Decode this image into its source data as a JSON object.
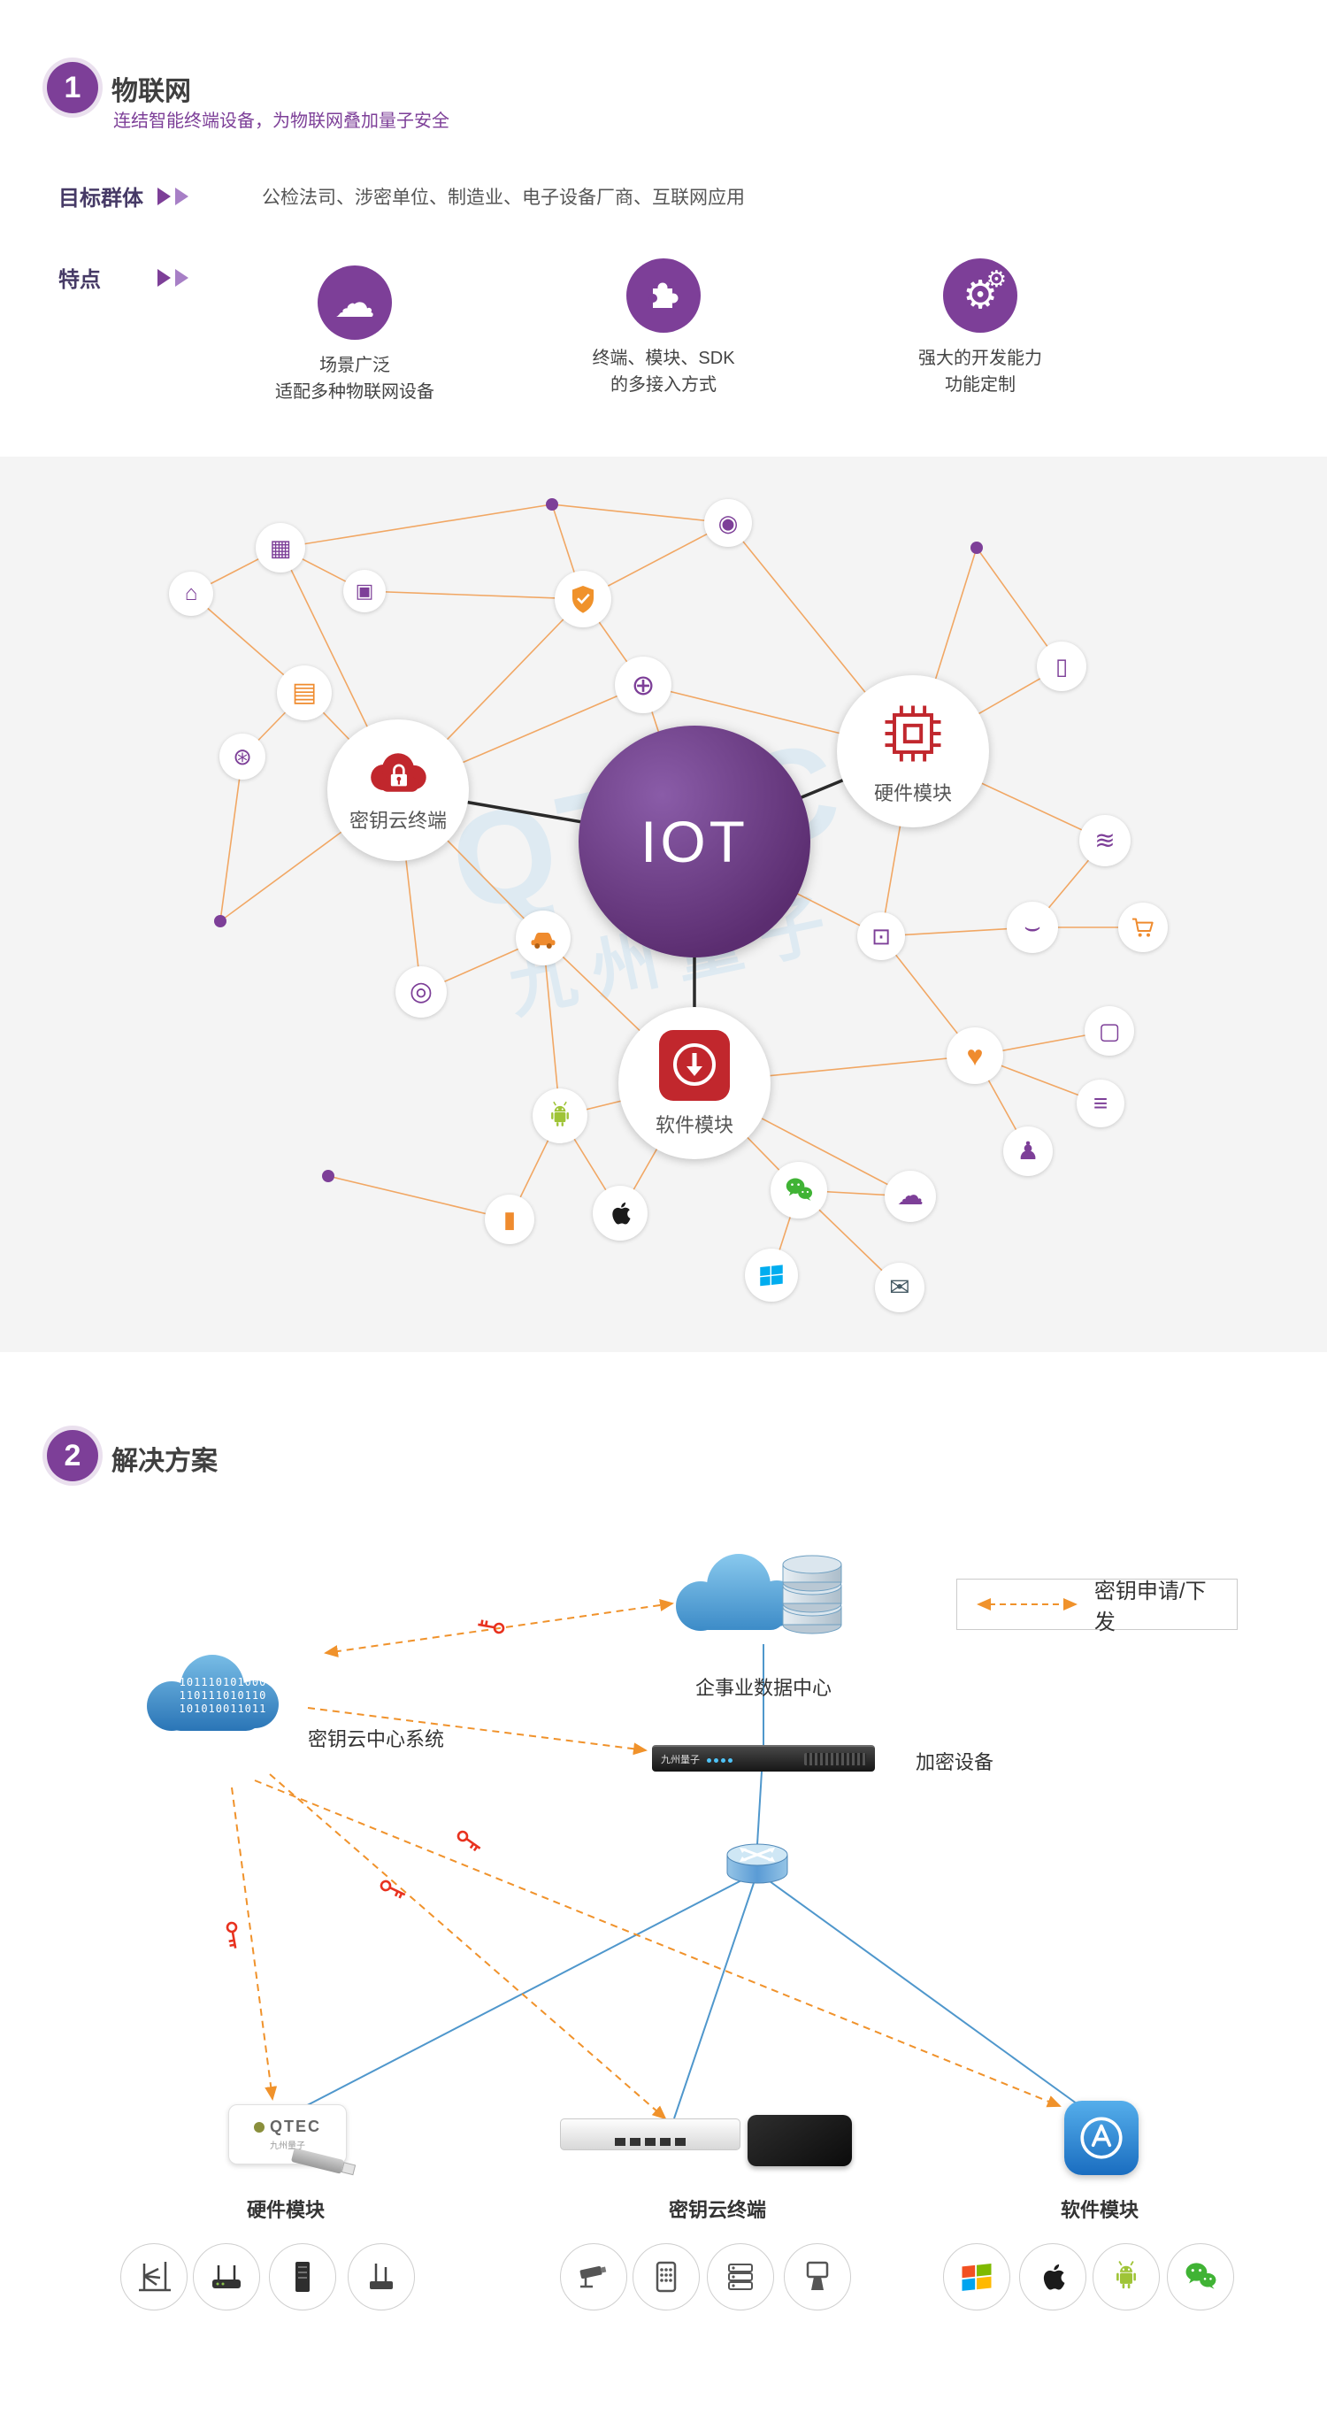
{
  "brand": {
    "name_en": "QTEC",
    "name_cn": "九州量子"
  },
  "colors": {
    "purple": "#7d3f98",
    "orange": "#f0922b",
    "red": "#c1272d",
    "key_red": "#e8321f",
    "blue": "#2f7fc1",
    "gray_bg": "#f4f4f4"
  },
  "section1": {
    "badge": "1",
    "title": "物联网",
    "subtitle": "连结智能终端设备，为物联网叠加量子安全",
    "target_label": "目标群体",
    "target_text": "公检法司、涉密单位、制造业、电子设备厂商、互联网应用",
    "features_label": "特点",
    "features": [
      {
        "icon": "cloud-devices-icon",
        "line1": "场景广泛",
        "line2": "适配多种物联网设备"
      },
      {
        "icon": "puzzle-icon",
        "line1": "终端、模块、SDK",
        "line2": "的多接入方式"
      },
      {
        "icon": "gears-icon",
        "line1": "强大的开发能力",
        "line2": "功能定制"
      }
    ]
  },
  "network": {
    "hub_label": "IOT",
    "node_labels": {
      "keycloud": "密钥云终端",
      "hardware": "硬件模块",
      "software": "软件模块"
    }
  },
  "icons": {
    "cloud": "☁",
    "gear": "⚙",
    "building": "▦",
    "bank": "⌂",
    "access": "▣",
    "city": "▤",
    "network": "⊛",
    "eye": "◉",
    "globe": "⊕",
    "phone": "▯",
    "wifi": "≋",
    "handshake": "⌣",
    "floppy": "⊡",
    "webcam": "◎",
    "heart": "♥",
    "monitor": "▢",
    "doc": "≡",
    "person": "♟",
    "mobile": "▮",
    "secure_cloud": "☁",
    "email": "✉"
  },
  "section2": {
    "badge": "2",
    "title": "解决方案",
    "legend_text": "密钥申请/下发",
    "labels": {
      "datacenter": "企事业数据中心",
      "keycloud_center": "密钥云中心系统",
      "encryptor": "加密设备",
      "hardware": "硬件模块",
      "terminal": "密钥云终端",
      "software": "软件模块"
    },
    "binary_lines": [
      "101110101000",
      "110111010110",
      "101010011011"
    ]
  }
}
